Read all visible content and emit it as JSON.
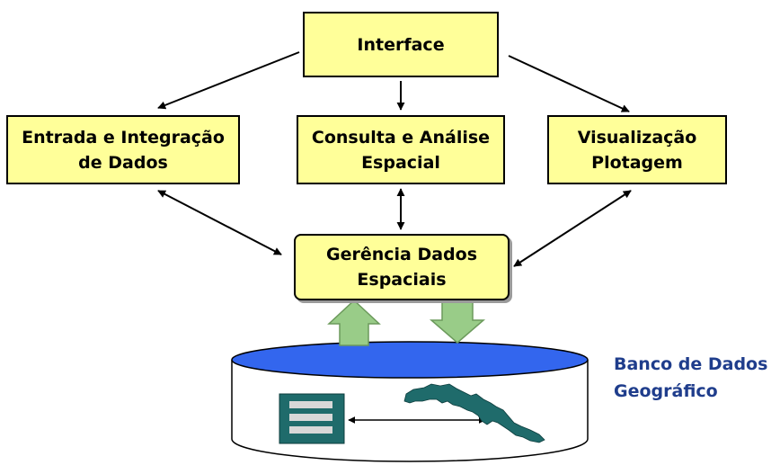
{
  "nodes": {
    "interface": {
      "line1": "Interface"
    },
    "entrada": {
      "line1": "Entrada e Integração",
      "line2": "de Dados"
    },
    "consulta": {
      "line1": "Consulta e Análise",
      "line2": "Espacial"
    },
    "visual": {
      "line1": "Visualização",
      "line2": "Plotagem"
    },
    "gerencia": {
      "line1": "Gerência Dados",
      "line2": "Espaciais"
    }
  },
  "database": {
    "line1": "Banco de Dados",
    "line2": "Geográfico"
  },
  "colors": {
    "box_fill": "#ffff99",
    "db_top": "#3366ee",
    "db_label": "#1f3d8c",
    "block_arrow": "#99cc88",
    "map_fill": "#1f6b6b"
  }
}
